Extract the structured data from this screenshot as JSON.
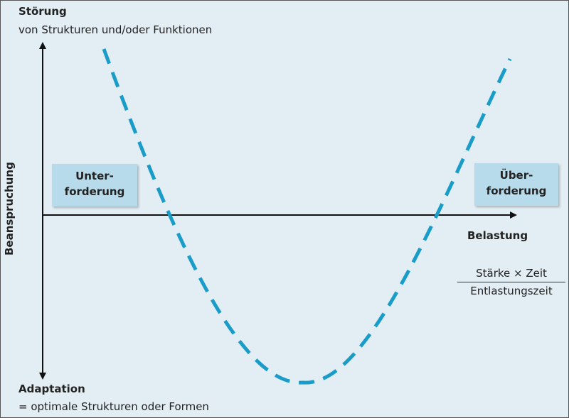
{
  "top_label": {
    "title": "Störung",
    "subtitle": "von Strukturen und/oder Funktionen"
  },
  "bottom_label": {
    "title": "Adaptation",
    "subtitle": "= optimale Strukturen oder Formen"
  },
  "y_axis_label": "Beanspruchung",
  "x_axis_label": "Belastung",
  "formula": {
    "numerator": "Stärke × Zeit",
    "denominator": "Entlastungszeit"
  },
  "boxes": {
    "left": {
      "line1": "Unter-",
      "line2": "forderung"
    },
    "right": {
      "line1": "Über-",
      "line2": "forderung"
    }
  },
  "colors": {
    "background": "#e3eef4",
    "curve": "#1a9cc9",
    "box": "#b7dbea"
  }
}
